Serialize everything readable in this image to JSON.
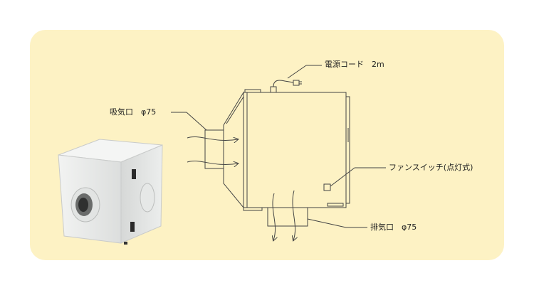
{
  "labels": {
    "power_cord": "電源コード　2m",
    "intake": "吸気口　φ75",
    "fan_switch": "ファンスイッチ(点灯式)",
    "exhaust": "排気口　φ75"
  },
  "colors": {
    "panel_bg": "#fdf2c4",
    "line": "#444444",
    "unit_body": "#e9ebea"
  },
  "icons": [
    "airflow-arrow-icon",
    "power-plug-icon"
  ]
}
